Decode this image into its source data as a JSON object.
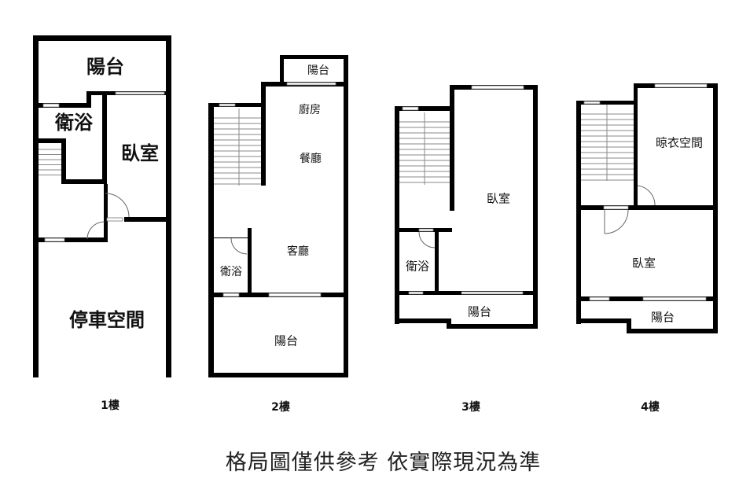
{
  "floors": [
    {
      "label": "1樓",
      "rooms": {
        "balcony": "陽台",
        "bath": "衛浴",
        "bedroom": "臥室",
        "parking": "停車空間"
      }
    },
    {
      "label": "2樓",
      "rooms": {
        "balcony_top": "陽台",
        "kitchen": "廚房",
        "dining": "餐廳",
        "living": "客廳",
        "bath": "衛浴",
        "balcony": "陽台"
      }
    },
    {
      "label": "3樓",
      "rooms": {
        "bedroom": "臥室",
        "bath": "衛浴",
        "balcony": "陽台"
      }
    },
    {
      "label": "4樓",
      "rooms": {
        "laundry": "晾衣空間",
        "bedroom": "臥室",
        "balcony": "陽台"
      }
    }
  ],
  "caption": "格局圖僅供參考  依實際現況為準"
}
